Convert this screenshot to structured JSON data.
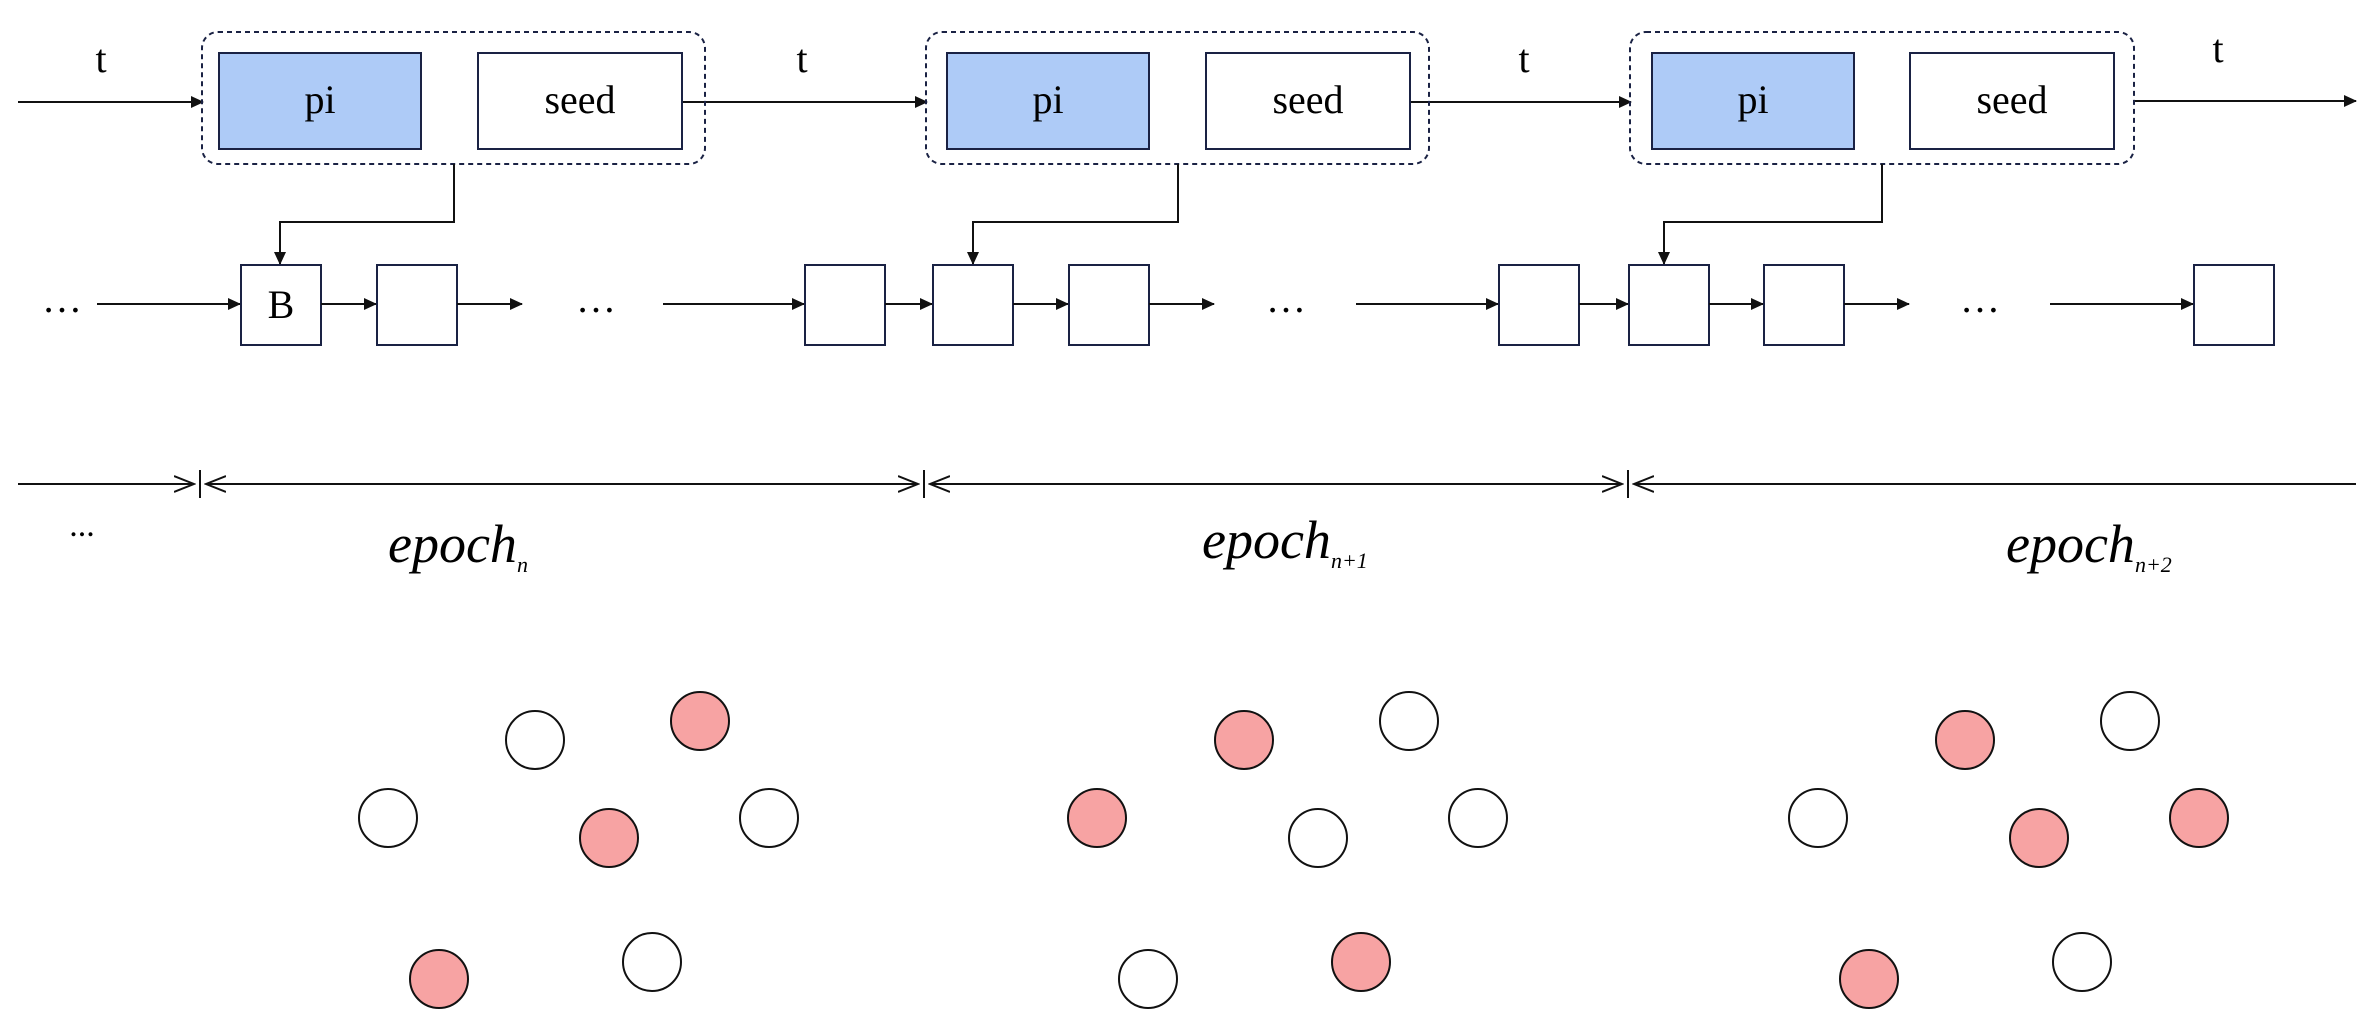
{
  "colors": {
    "pi_fill": "#aecbf7",
    "node_selected": "#f7a3a3",
    "node_default": "#ffffff",
    "stroke": "#1a2244"
  },
  "stages": [
    {
      "t_label": "t",
      "pi_label": "pi",
      "seed_label": "seed"
    },
    {
      "t_label": "t",
      "pi_label": "pi",
      "seed_label": "seed"
    },
    {
      "t_label": "t",
      "pi_label": "pi",
      "seed_label": "seed"
    }
  ],
  "final_t_label": "t",
  "chain": {
    "block_label": "B",
    "ellipsis": "…"
  },
  "timeline": {
    "leading_ellipsis": "...",
    "epochs": [
      {
        "base": "epoch",
        "sub": "n"
      },
      {
        "base": "epoch",
        "sub": "n+1"
      },
      {
        "base": "epoch",
        "sub": "n+2"
      }
    ]
  },
  "node_groups": [
    {
      "epoch": "n",
      "selected": [
        false,
        true,
        false,
        true,
        false,
        true,
        false
      ]
    },
    {
      "epoch": "n+1",
      "selected": [
        true,
        false,
        true,
        false,
        false,
        false,
        true
      ]
    },
    {
      "epoch": "n+2",
      "selected": [
        true,
        false,
        false,
        true,
        true,
        true,
        false
      ]
    }
  ]
}
